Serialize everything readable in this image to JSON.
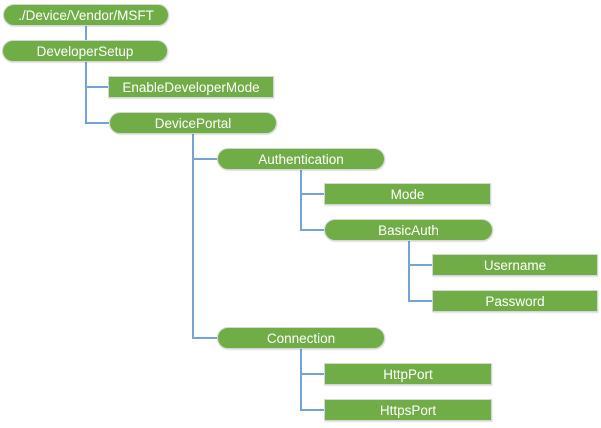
{
  "colors": {
    "node_fill": "#70AD47",
    "node_border": "#D6D6D6",
    "connector": "#74A3D9",
    "node_text": "#FFFFFF",
    "background": "#FFFFFF"
  },
  "diagram": {
    "type": "tree",
    "nodes": [
      {
        "id": "msft",
        "label": "./Device/Vendor/MSFT",
        "shape": "pill",
        "parent": null
      },
      {
        "id": "developersetup",
        "label": "DeveloperSetup",
        "shape": "pill",
        "parent": "msft"
      },
      {
        "id": "enabledevelopermode",
        "label": "EnableDeveloperMode",
        "shape": "rect",
        "parent": "developersetup"
      },
      {
        "id": "deviceportal",
        "label": "DevicePortal",
        "shape": "pill",
        "parent": "developersetup"
      },
      {
        "id": "authentication",
        "label": "Authentication",
        "shape": "pill",
        "parent": "deviceportal"
      },
      {
        "id": "mode",
        "label": "Mode",
        "shape": "rect",
        "parent": "authentication"
      },
      {
        "id": "basicauth",
        "label": "BasicAuth",
        "shape": "pill",
        "parent": "authentication"
      },
      {
        "id": "username",
        "label": "Username",
        "shape": "rect",
        "parent": "basicauth"
      },
      {
        "id": "password",
        "label": "Password",
        "shape": "rect",
        "parent": "basicauth"
      },
      {
        "id": "connection",
        "label": "Connection",
        "shape": "pill",
        "parent": "deviceportal"
      },
      {
        "id": "httpport",
        "label": "HttpPort",
        "shape": "rect",
        "parent": "connection"
      },
      {
        "id": "httpsport",
        "label": "HttpsPort",
        "shape": "rect",
        "parent": "connection"
      }
    ]
  }
}
